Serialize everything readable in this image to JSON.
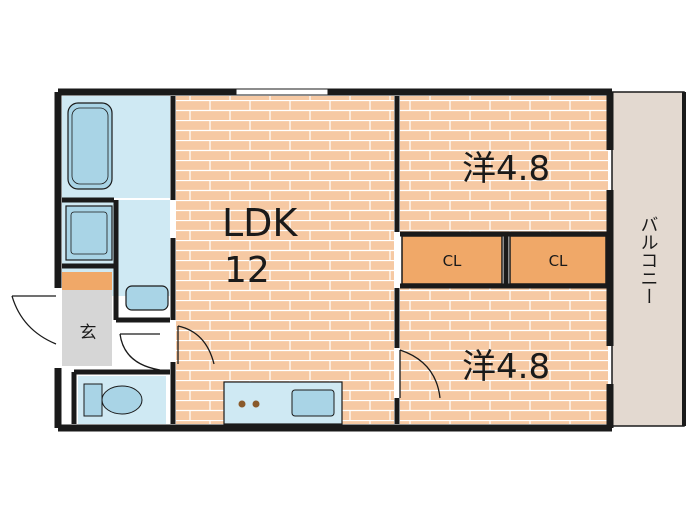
{
  "labels": {
    "ldk": "LDK",
    "ldk_size": "12",
    "room_top": "洋4.8",
    "room_bottom": "洋4.8",
    "closet_1": "CL",
    "closet_2": "CL",
    "entrance": "玄",
    "balcony": "バルコニー"
  },
  "colors": {
    "floor_wood": "#f6c9a3",
    "floor_brick_line": "#ffffff",
    "wet_area": "#cfe9f3",
    "fixture": "#a9d4e6",
    "closet": "#f0a868",
    "entrance": "#d6d6d6",
    "balcony": "#e3d9d0",
    "wall": "#1a1a1a"
  },
  "icons": [
    "bathtub-icon",
    "sink-icon",
    "washer-icon",
    "toilet-icon",
    "stove-icon",
    "door-swing-icon"
  ]
}
